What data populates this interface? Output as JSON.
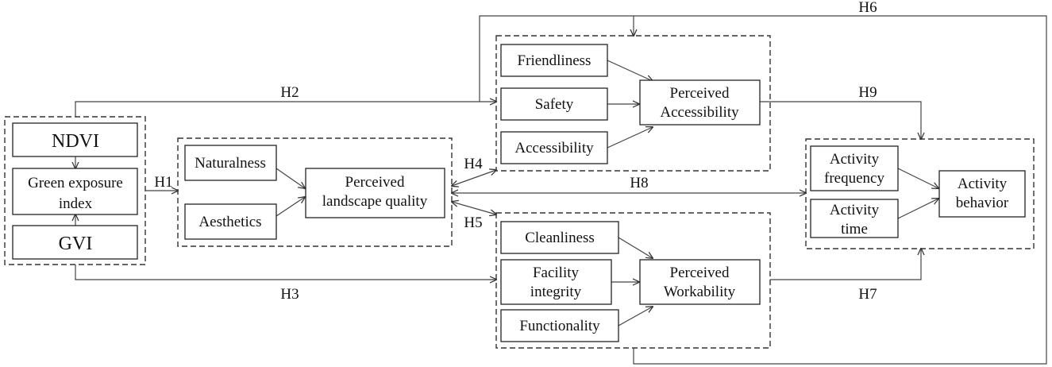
{
  "nodes": {
    "ndvi": "NDVI",
    "green_exposure": [
      "Green exposure",
      "index"
    ],
    "gvi": "GVI",
    "naturalness": "Naturalness",
    "aesthetics": "Aesthetics",
    "perceived_landscape": [
      "Perceived",
      "landscape quality"
    ],
    "friendliness": "Friendliness",
    "safety": "Safety",
    "accessibility": "Accessibility",
    "perceived_accessibility": [
      "Perceived",
      "Accessibility"
    ],
    "cleanliness": "Cleanliness",
    "facility_integrity": [
      "Facility",
      "integrity"
    ],
    "functionality": "Functionality",
    "perceived_workability": [
      "Perceived",
      "Workability"
    ],
    "activity_frequency": [
      "Activity",
      "frequency"
    ],
    "activity_time": [
      "Activity",
      "time"
    ],
    "activity_behavior": [
      "Activity",
      "behavior"
    ]
  },
  "hypotheses": {
    "h1": "H1",
    "h2": "H2",
    "h3": "H3",
    "h4": "H4",
    "h5": "H5",
    "h6": "H6",
    "h7": "H7",
    "h8": "H8",
    "h9": "H9"
  }
}
